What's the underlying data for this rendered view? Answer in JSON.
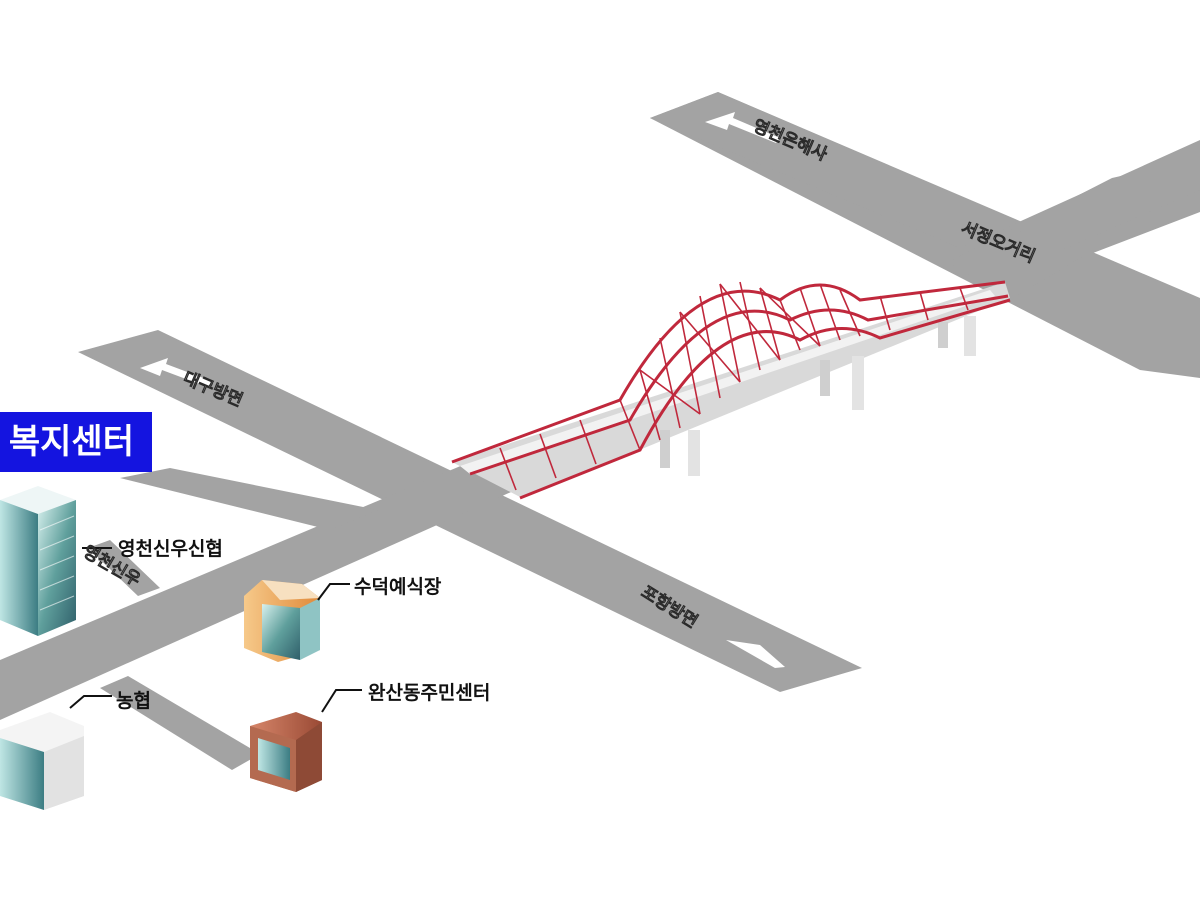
{
  "title": "복지센터",
  "colors": {
    "title_bg": "#1414e0",
    "road": "#a3a3a3",
    "bridge_frame": "#c0283c",
    "bridge_deck": "#d9d9d9"
  },
  "roads": {
    "upper_road_label": "영천은해사",
    "upper_road_right_label": "서정오거리",
    "left_road_label": "대구방면",
    "bottom_road_label": "포항방면",
    "side_road_label": "영천신우"
  },
  "landmarks": [
    {
      "label": "영천신우신협",
      "icon": "office-tower-icon"
    },
    {
      "label": "수덕예식장",
      "icon": "wedding-hall-building-icon"
    },
    {
      "label": "완산동주민센터",
      "icon": "community-center-building-icon"
    },
    {
      "label": "농협",
      "icon": "bank-building-icon"
    }
  ]
}
